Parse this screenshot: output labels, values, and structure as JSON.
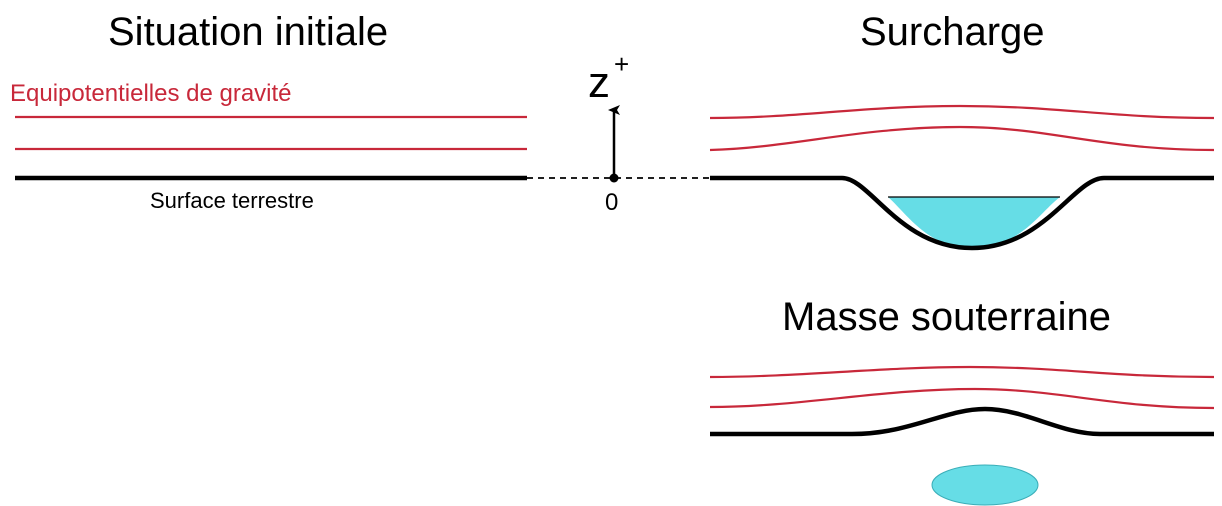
{
  "colors": {
    "equipotential": "#c8283a",
    "ground": "#000000",
    "water": "#66dde6",
    "background": "#ffffff"
  },
  "panels": {
    "initial": {
      "title": "Situation initiale",
      "legend_label": "Equipotentielles de gravité",
      "surface_label": "Surface terrestre"
    },
    "surcharge": {
      "title": "Surcharge"
    },
    "underground": {
      "title": "Masse souterraine"
    }
  },
  "axis": {
    "label": "z",
    "superscript": "+",
    "origin_label": "0"
  }
}
